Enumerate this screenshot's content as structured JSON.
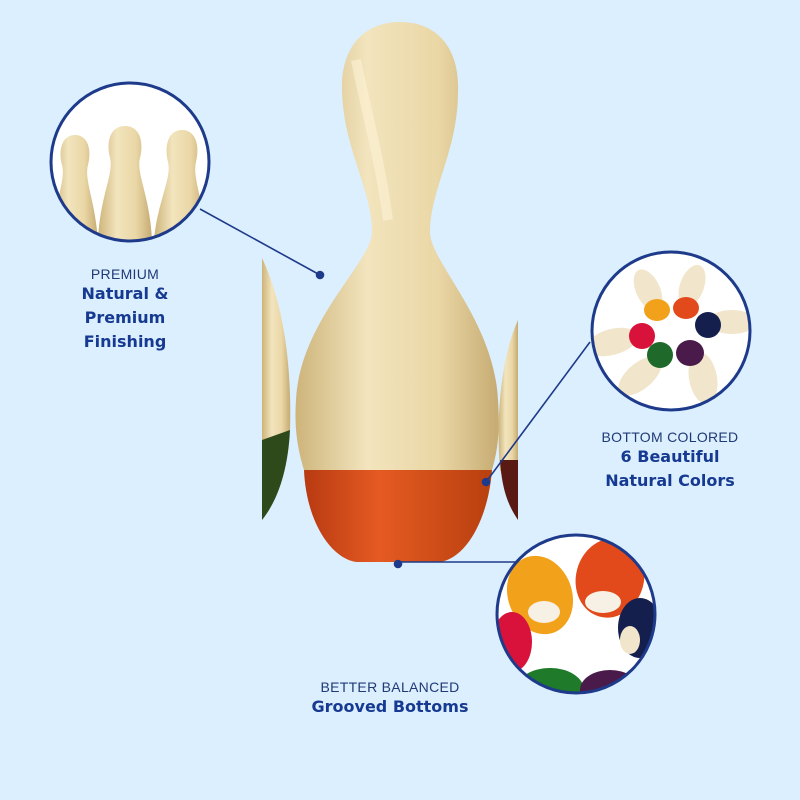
{
  "colors": {
    "background": "#dcefff",
    "accent_navy": "#1e3a8a",
    "pin_wood": "#ead9a8",
    "pin_base_orange": "#e0501c"
  },
  "callouts": {
    "premium": {
      "kicker": "PREMIUM",
      "headline": "Natural &\nPremium\nFinishing",
      "icon": "pins-closeup-icon"
    },
    "colors": {
      "kicker": "BOTTOM COLORED",
      "headline": "6 Beautiful\nNatural Colors",
      "icon": "colored-pins-icon"
    },
    "balanced": {
      "kicker": "BETTER BALANCED",
      "headline": "Grooved Bottoms",
      "icon": "grooved-bottoms-icon"
    }
  }
}
